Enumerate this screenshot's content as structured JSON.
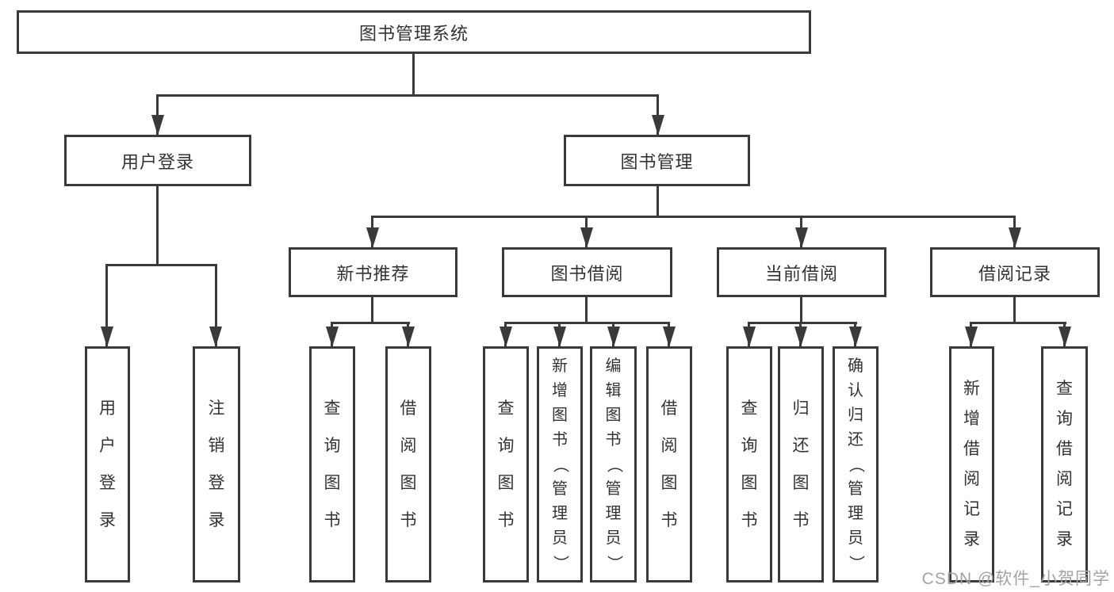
{
  "root": {
    "label": "图书管理系统"
  },
  "level2": [
    {
      "label": "用户登录"
    },
    {
      "label": "图书管理"
    }
  ],
  "level3": [
    {
      "label": "新书推荐"
    },
    {
      "label": "图书借阅"
    },
    {
      "label": "当前借阅"
    },
    {
      "label": "借阅记录"
    }
  ],
  "leaves": [
    {
      "label": "用户登录"
    },
    {
      "label": "注销登录"
    },
    {
      "label": "查询图书"
    },
    {
      "label": "借阅图书"
    },
    {
      "label": "查询图书"
    },
    {
      "label": "新增图书（管理员）"
    },
    {
      "label": "编辑图书（管理员）"
    },
    {
      "label": "借阅图书"
    },
    {
      "label": "查询图书"
    },
    {
      "label": "归还图书"
    },
    {
      "label": "确认归还（管理员）"
    },
    {
      "label": "新增借阅记录"
    },
    {
      "label": "查询借阅记录"
    }
  ],
  "watermark": "CSDN @软件_小贺同学",
  "colors": {
    "line": "#3a3a3a",
    "text": "#333333",
    "watermark": "#a3a3a3",
    "background": "#ffffff"
  }
}
